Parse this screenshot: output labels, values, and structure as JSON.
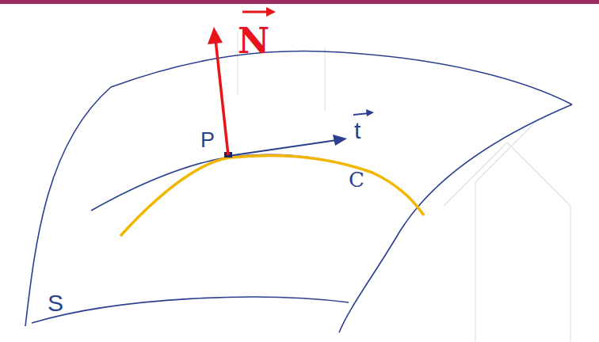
{
  "diagram": {
    "labels": [
      "N",
      "t",
      "P",
      "C",
      "S"
    ]
  }
}
